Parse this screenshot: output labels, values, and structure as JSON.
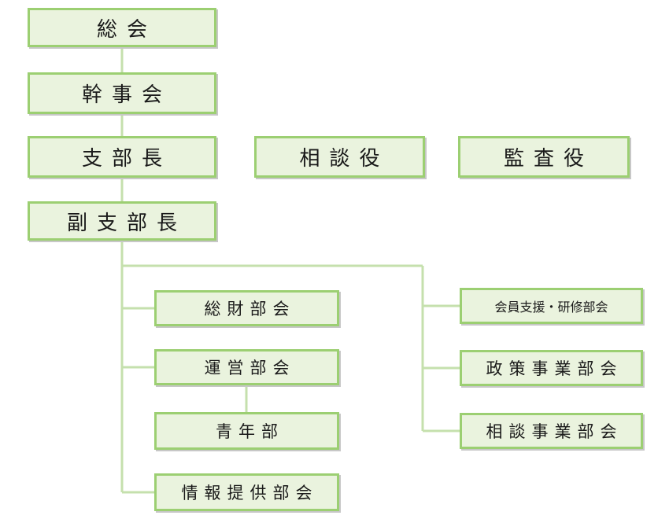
{
  "org": {
    "general_meeting": "総会",
    "board": "幹事会",
    "branch_head": "支部長",
    "advisor": "相談役",
    "auditor": "監査役",
    "vice_branch_head": "副支部長",
    "left_units": {
      "general_finance": "総財部会",
      "operations": "運営部会",
      "youth": "青年部",
      "info_provision": "情報提供部会"
    },
    "right_units": {
      "member_support": "会員支援・研修部会",
      "policy_business": "政策事業部会",
      "consult_business": "相談事業部会"
    }
  },
  "colors": {
    "box_fill": "#eaf3de",
    "box_border": "#9ccf72",
    "connector": "#c5e0ad"
  }
}
